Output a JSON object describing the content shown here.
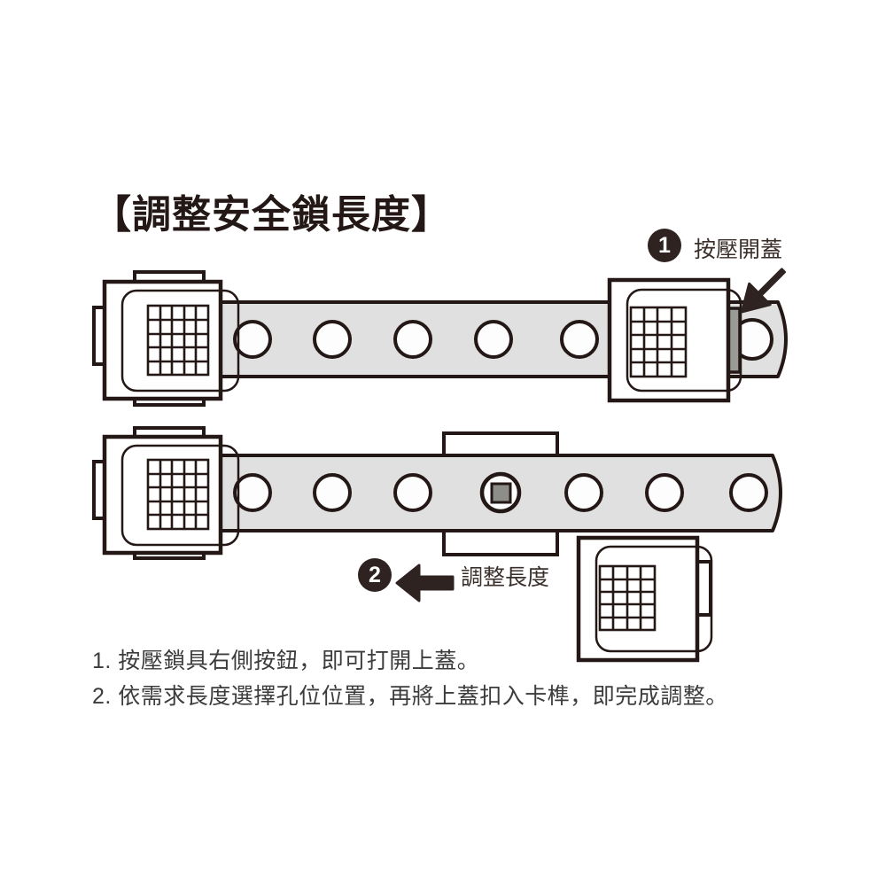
{
  "page": {
    "title": "【調整安全鎖長度】",
    "background_color": "#ffffff",
    "ink_color": "#231815",
    "strap_fill": "#e0e0e0",
    "body_fill": "#ffffff",
    "button_fill": "#9a9a96",
    "badge_fill": "#2e2320"
  },
  "callouts": [
    {
      "number": "1",
      "label": "按壓開蓋",
      "icon": "arrow-down-left-icon"
    },
    {
      "number": "2",
      "label": "調整長度",
      "icon": "arrow-left-icon"
    }
  ],
  "instructions": [
    "1. 按壓鎖具右側按鈕，即可打開上蓋。",
    "2. 依需求長度選擇孔位位置，再將上蓋扣入卡榫，即完成調整。"
  ],
  "diagram": {
    "top_row": {
      "name": "closed-lock-strap-assembly",
      "strap_holes": 6,
      "lock_bodies": 2,
      "grid_cols": 5,
      "grid_rows": 5,
      "release_button": "right-side-press-button"
    },
    "bottom_row": {
      "name": "open-lock-strap-assembly",
      "strap_holes": 7,
      "lock_bodies": 1,
      "grid_cols": 5,
      "grid_rows": 5,
      "latch_post": "square-latch-post-in-hole"
    },
    "detached_lid": {
      "name": "detached-lid",
      "grid_cols": 4,
      "grid_rows": 5,
      "side_tab": "right-side-tab"
    }
  }
}
